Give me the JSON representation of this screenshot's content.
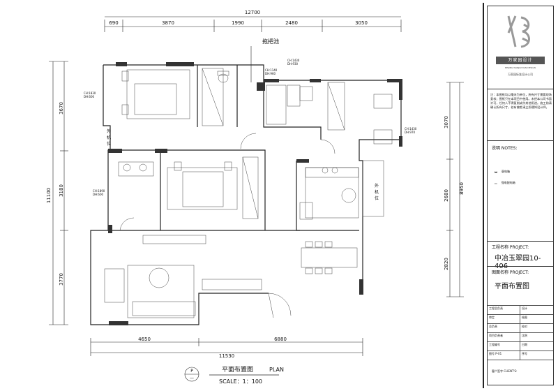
{
  "plan": {
    "top_total": "12700",
    "top_dims": [
      "690",
      "3870",
      "1990",
      "2480",
      "3050"
    ],
    "bottom_total": "11530",
    "bottom_dims": [
      "4650",
      "6880"
    ],
    "left_total": "11100",
    "left_dims": [
      "3670",
      "3180",
      "3770"
    ],
    "right_total": "8950",
    "right_dims": [
      "3070",
      "2680",
      "2820"
    ],
    "mop_pool": "拖把池",
    "ac_notes": [
      "CH:1830",
      "DH:600",
      "CH:1140",
      "DH:960",
      "CH:1430",
      "DH:930",
      "CH:1430",
      "DH:970",
      "CH:1890",
      "DH:600"
    ],
    "outdoor_unit": [
      "外",
      "机",
      "位"
    ],
    "title": "平面布置图",
    "title_en": "PLAN",
    "scale": "SCALE：1：100",
    "badge_top": "P",
    "badge_bottom": "—"
  },
  "title_block": {
    "brand_en": "万家园设计",
    "brand_line": "BEIJING WANJIAYUAN DESIGN",
    "company": "万家园标准设计公司",
    "notes": "注：本图纸均以毫米为单位，所有尺寸需要现场复核；图纸只在本项目中使用。未经本公司书面许可，任何人不得复制或作其他用途。施工前请确认所有尺寸，若有偏差请立即通知设计师。",
    "notes_label": "说明  NOTES:",
    "legend": [
      "弱电箱",
      "强电配电箱"
    ],
    "project_label": "工程名称 PROJECT:",
    "project_name": "中冶玉翠园10-406",
    "drawing_label": "图面名称 PROJECT:",
    "drawing_name": "平面布置图",
    "rows": [
      [
        "工程总负责",
        "设计"
      ],
      [
        "审定",
        "绘图"
      ],
      [
        "总负责",
        "校对"
      ],
      [
        "项目负责者",
        "比例"
      ],
      [
        "工程编号",
        "日期"
      ],
      [
        "图号  P-01",
        "序号"
      ]
    ],
    "customer": "客户签字 CLIENT'S:"
  }
}
